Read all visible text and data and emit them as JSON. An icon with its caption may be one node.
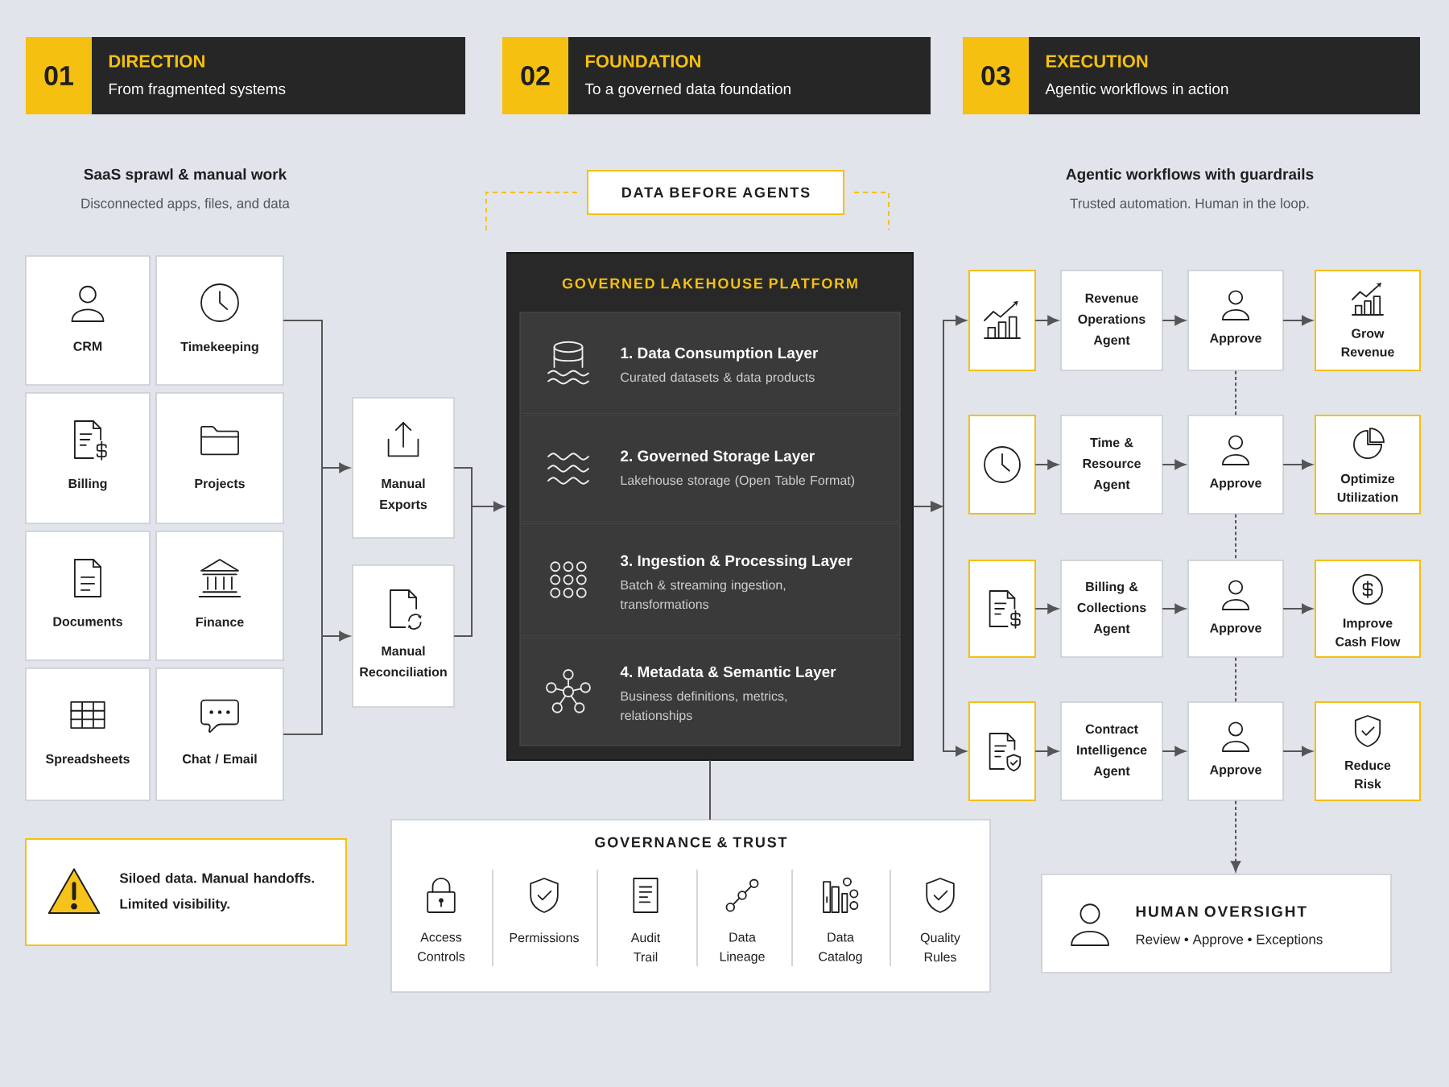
{
  "diagram": {
    "nodes": [
      {
        "text": [
          "01",
          "DIRECTION",
          "From fragmented systems"
        ]
      },
      {
        "text": [
          "02",
          "FOUNDATION",
          "To a governed data foundation"
        ]
      },
      {
        "text": [
          "03",
          "EXECUTION",
          "Agentic workflows in action"
        ]
      },
      {
        "text": [
          "DATA BEFORE AGENTS"
        ]
      },
      {
        "text": [
          "CRM"
        ]
      },
      {
        "text": [
          "Timekeeping"
        ]
      },
      {
        "text": [
          "Billing"
        ]
      },
      {
        "text": [
          "Projects"
        ]
      },
      {
        "text": [
          "Documents"
        ]
      },
      {
        "text": [
          "Finance"
        ]
      },
      {
        "text": [
          "Spreadsheets"
        ]
      },
      {
        "text": [
          "Chat / Email"
        ]
      },
      {
        "text": [
          "Manual Exports"
        ]
      },
      {
        "text": [
          "Manual Reconciliation"
        ]
      },
      {
        "text": [
          "GOVERNED LAKEHOUSE PLATFORM"
        ]
      },
      {
        "text": [
          "1. Data Consumption Layer",
          "Curated datasets & data products"
        ],
        "in": 14
      },
      {
        "text": [
          "2. Governed Storage Layer",
          "Lakehouse storage (Open Table Format)"
        ],
        "in": 14
      },
      {
        "text": [
          "3. Ingestion & Processing Layer",
          "Batch & streaming ingestion, transformations"
        ],
        "in": 14
      },
      {
        "text": [
          "4. Metadata & Semantic Layer",
          "Business definitions, metrics, relationships"
        ],
        "in": 14
      },
      {
        "text": [],
        "shape": "box"
      },
      {
        "text": [
          "Revenue Operations Agent"
        ]
      },
      {
        "text": [
          "Approve"
        ]
      },
      {
        "text": [
          "Grow Revenue"
        ]
      },
      {
        "text": [],
        "shape": "box"
      },
      {
        "text": [
          "Time & Resource Agent"
        ]
      },
      {
        "text": [
          "Approve"
        ]
      },
      {
        "text": [
          "Optimize Utilization"
        ]
      },
      {
        "text": [],
        "shape": "box"
      },
      {
        "text": [
          "Billing & Collections Agent"
        ]
      },
      {
        "text": [
          "Approve"
        ]
      },
      {
        "text": [
          "Improve Cash Flow"
        ]
      },
      {
        "text": [],
        "shape": "box"
      },
      {
        "text": [
          "Contract Intelligence Agent"
        ]
      },
      {
        "text": [
          "Approve"
        ]
      },
      {
        "text": [
          "Reduce Risk"
        ]
      },
      {
        "text": [
          "Siloed data. Manual handoffs. Limited visibility."
        ]
      },
      {
        "text": [
          "GOVERNANCE & TRUST",
          "Access Controls",
          "Permissions",
          "Audit Trail",
          "Data Lineage",
          "Data Catalog",
          "Quality Rules"
        ]
      },
      {
        "text": [
          "HUMAN OVERSIGHT",
          "Review • Approve • Exceptions"
        ]
      }
    ],
    "edges": [
      {
        "from": 5,
        "to": 12,
        "arrow": "to"
      },
      {
        "from": 5,
        "to": 13,
        "arrow": "to"
      },
      {
        "from": 11,
        "to": 12,
        "arrow": "to"
      },
      {
        "from": 11,
        "to": 13,
        "arrow": "to"
      },
      {
        "from": 12,
        "to": 14,
        "arrow": "to"
      },
      {
        "from": 13,
        "to": 14,
        "arrow": "to"
      },
      {
        "from": 14,
        "to": 19,
        "arrow": "to"
      },
      {
        "from": 14,
        "to": 31,
        "arrow": "to"
      },
      {
        "from": 19,
        "to": 20,
        "arrow": "to"
      },
      {
        "from": 20,
        "to": 21,
        "arrow": "to"
      },
      {
        "from": 21,
        "to": 22,
        "arrow": "to"
      },
      {
        "from": 23,
        "to": 24,
        "arrow": "to"
      },
      {
        "from": 24,
        "to": 25,
        "arrow": "to"
      },
      {
        "from": 25,
        "to": 26,
        "arrow": "to"
      },
      {
        "from": 27,
        "to": 28,
        "arrow": "to"
      },
      {
        "from": 28,
        "to": 29,
        "arrow": "to"
      },
      {
        "from": 29,
        "to": 30,
        "arrow": "to"
      },
      {
        "from": 31,
        "to": 32,
        "arrow": "to"
      },
      {
        "from": 32,
        "to": 33,
        "arrow": "to"
      },
      {
        "from": 33,
        "to": 34,
        "arrow": "to"
      },
      {
        "from": 21,
        "to": 25,
        "arrow": "none",
        "style": "dashed"
      },
      {
        "from": 25,
        "to": 29,
        "arrow": "none",
        "style": "dashed"
      },
      {
        "from": 29,
        "to": 33,
        "arrow": "none",
        "style": "dashed"
      },
      {
        "from": 33,
        "to": 37,
        "arrow": "to",
        "style": "dashed"
      },
      {
        "from": 14,
        "to": 36,
        "arrow": "none"
      }
    ],
    "labels": [
      "SaaS sprawl & manual work",
      "Disconnected apps, files, and data",
      "Agentic workflows with guardrails",
      "Trusted automation. Human in the loop."
    ]
  }
}
